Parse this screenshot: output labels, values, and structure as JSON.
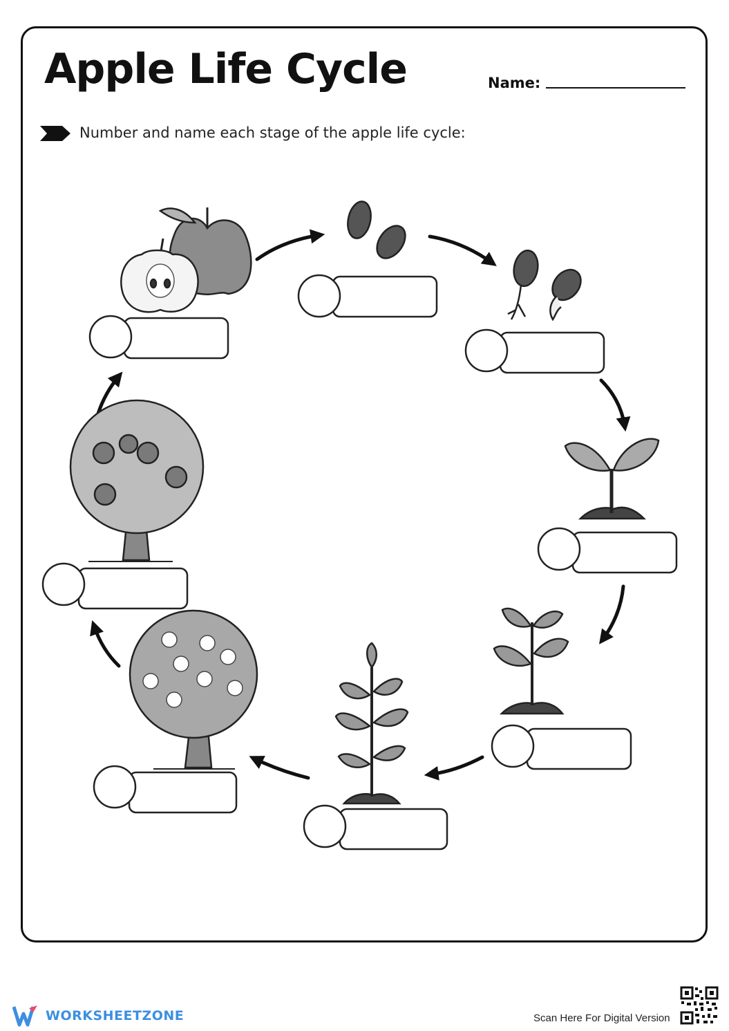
{
  "header": {
    "title": "Apple Life Cycle",
    "name_label": "Name:"
  },
  "instruction": {
    "icon": "arrow-tag-icon",
    "text": "Number and name each stage of the apple life cycle:"
  },
  "stages": [
    {
      "picture": "apple-fruit-icon",
      "number": "",
      "name": ""
    },
    {
      "picture": "apple-seeds-icon",
      "number": "",
      "name": ""
    },
    {
      "picture": "sprouting-seeds-icon",
      "number": "",
      "name": ""
    },
    {
      "picture": "seedling-icon",
      "number": "",
      "name": ""
    },
    {
      "picture": "young-plant-icon",
      "number": "",
      "name": ""
    },
    {
      "picture": "sapling-icon",
      "number": "",
      "name": ""
    },
    {
      "picture": "flowering-tree-icon",
      "number": "",
      "name": ""
    },
    {
      "picture": "fruiting-tree-icon",
      "number": "",
      "name": ""
    }
  ],
  "footer": {
    "brand": "WORKSHEETZONE",
    "brand_color": "#3d8fe0",
    "scan_text": "Scan Here For Digital Version",
    "qr_icon": "qr-code-icon"
  }
}
